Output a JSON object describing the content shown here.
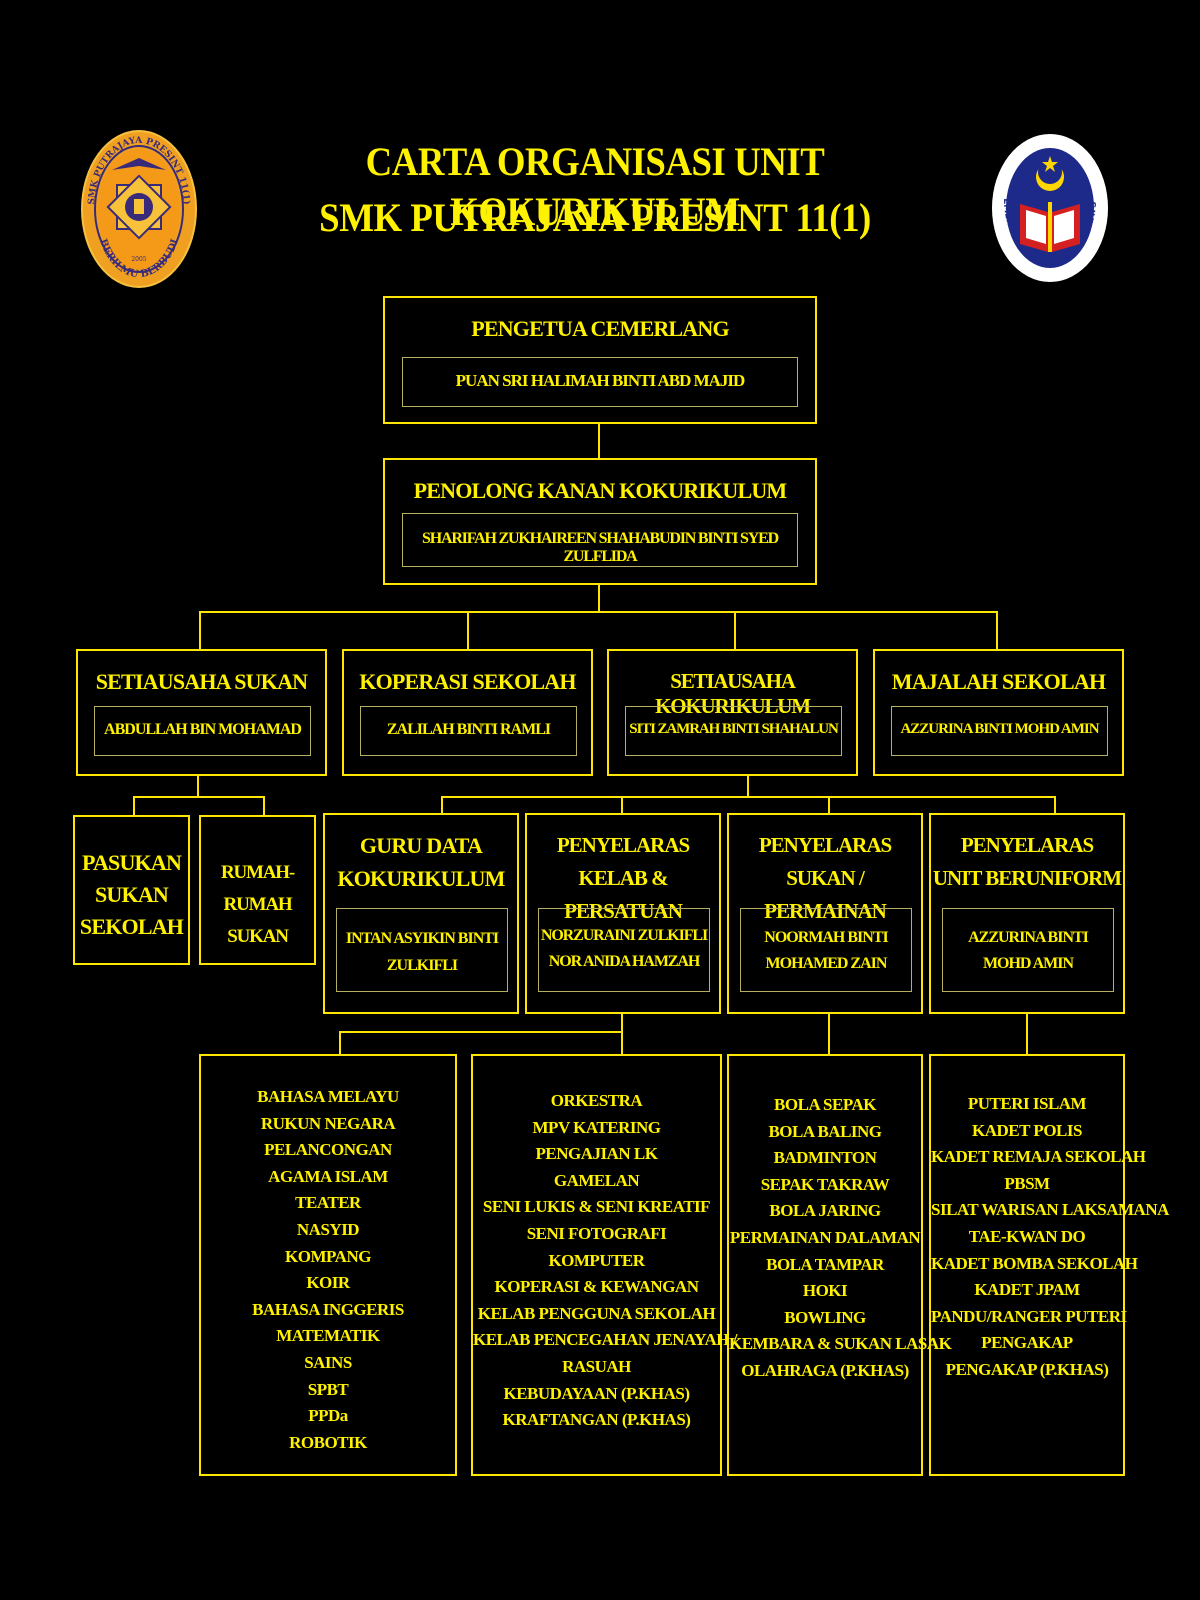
{
  "title": {
    "line1": "CARTA ORGANISASI UNIT KOKURIKULUM",
    "line2": "SMK PUTRAJAYA PRESINT 11(1)"
  },
  "logos": {
    "school": {
      "ring_text": "SMK PUTRAJAYA PRESINT 11(1)",
      "motto": "BERILMU BERBUDI",
      "year": "2005"
    },
    "ministry": {
      "ring_text": "KEMENTERIAN PELAJARAN MALAYSIA"
    }
  },
  "pengetua": {
    "role": "PENGETUA CEMERLANG",
    "name": "PUAN SRI HALIMAH BINTI ABD MAJID"
  },
  "penolong": {
    "role": "PENOLONG KANAN KOKURIKULUM",
    "name": "SHARIFAH ZUKHAIREEN SHAHABUDIN BINTI SYED ZULFLIDA"
  },
  "level3": [
    {
      "role": "SETIAUSAHA SUKAN",
      "name": "ABDULLAH BIN MOHAMAD"
    },
    {
      "role": "KOPERASI SEKOLAH",
      "name": "ZALILAH BINTI RAMLI"
    },
    {
      "role": "SETIAUSAHA KOKURIKULUM",
      "name": "SITI ZAMRAH BINTI SHAHALUN"
    },
    {
      "role": "MAJALAH SEKOLAH",
      "name": "AZZURINA BINTI MOHD AMIN"
    }
  ],
  "sukan_units": [
    {
      "line1": "PASUKAN",
      "line2": "SUKAN",
      "line3": "SEKOLAH"
    },
    {
      "line1": "RUMAH-RUMAH",
      "line2": "SUKAN"
    }
  ],
  "coordinators": [
    {
      "role1": "GURU DATA",
      "role2": "KOKURIKULUM",
      "name1": "INTAN ASYIKIN BINTI",
      "name2": "ZULKIFLI"
    },
    {
      "role1": "PENYELARAS",
      "role2": "KELAB & PERSATUAN",
      "name1": "NORZURAINI ZULKIFLI",
      "name2": "NOR ANIDA HAMZAH"
    },
    {
      "role1": "PENYELARAS",
      "role2": "SUKAN / PERMAINAN",
      "name1": "NOORMAH BINTI",
      "name2": "MOHAMED ZAIN"
    },
    {
      "role1": "PENYELARAS",
      "role2": "UNIT BERUNIFORM",
      "name1": "AZZURINA BINTI",
      "name2": "MOHD AMIN"
    }
  ],
  "lists": [
    [
      "BAHASA MELAYU",
      "RUKUN NEGARA",
      "PELANCONGAN",
      "AGAMA ISLAM",
      "TEATER",
      "NASYID",
      "KOMPANG",
      "KOIR",
      "BAHASA INGGERIS",
      "MATEMATIK",
      "SAINS",
      "SPBT",
      "PPDa",
      "ROBOTIK"
    ],
    [
      "ORKESTRA",
      "MPV KATERING",
      "PENGAJIAN LK",
      "GAMELAN",
      "SENI LUKIS & SENI KREATIF",
      "SENI FOTOGRAFI",
      "KOMPUTER",
      "KOPERASI & KEWANGAN",
      "KELAB PENGGUNA SEKOLAH",
      "KELAB PENCEGAHAN JENAYAH /",
      "RASUAH",
      "KEBUDAYAAN (P.KHAS)",
      "KRAFTANGAN (P.KHAS)"
    ],
    [
      "BOLA SEPAK",
      "BOLA BALING",
      "BADMINTON",
      "SEPAK TAKRAW",
      "BOLA JARING",
      "PERMAINAN DALAMAN",
      "BOLA TAMPAR",
      "HOKI",
      "BOWLING",
      "KEMBARA & SUKAN LASAK",
      "OLAHRAGA (P.KHAS)"
    ],
    [
      "PUTERI ISLAM",
      "KADET POLIS",
      "KADET REMAJA SEKOLAH",
      "PBSM",
      "SILAT WARISAN LAKSAMANA",
      "TAE-KWAN DO",
      "KADET BOMBA SEKOLAH",
      "KADET JPAM",
      "PANDU/RANGER PUTERI",
      "PENGAKAP",
      "PENGAKAP (P.KHAS)"
    ]
  ],
  "colors": {
    "text": "#fff200",
    "border": "#ffe600",
    "background": "#000000"
  }
}
